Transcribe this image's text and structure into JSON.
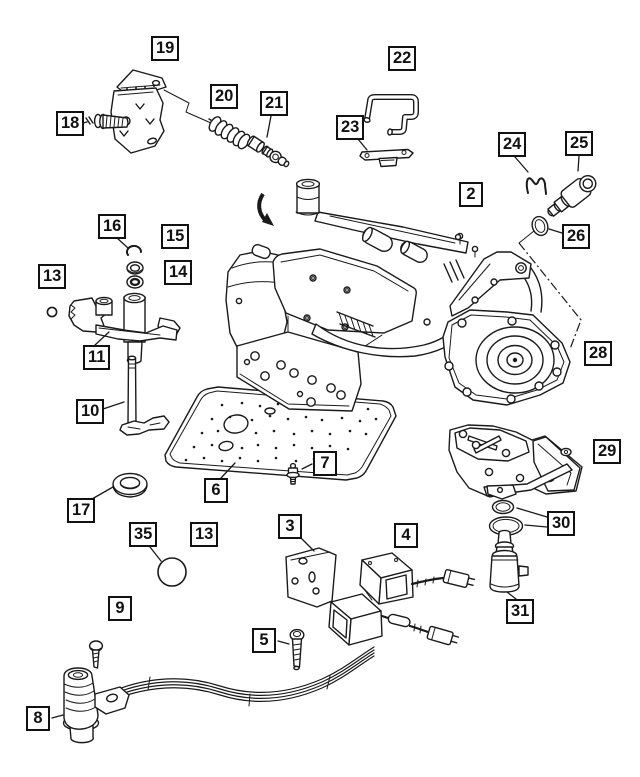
{
  "diagram": {
    "background": "#ffffff",
    "line_color": "#1a1a1a",
    "description_icons": {
      "drawing": "exploded-parts-line-art"
    },
    "callouts": {
      "c2": "2",
      "c3": "3",
      "c4": "4",
      "c5": "5",
      "c6": "6",
      "c7": "7",
      "c8": "8",
      "c9": "9",
      "c10": "10",
      "c11": "11",
      "c13a": "13",
      "c13b": "13",
      "c14": "14",
      "c15": "15",
      "c16": "16",
      "c17": "17",
      "c18": "18",
      "c19": "19",
      "c20": "20",
      "c21": "21",
      "c22": "22",
      "c23": "23",
      "c24": "24",
      "c25": "25",
      "c26": "26",
      "c28": "28",
      "c29": "29",
      "c30": "30",
      "c31": "31",
      "c35": "35"
    }
  }
}
